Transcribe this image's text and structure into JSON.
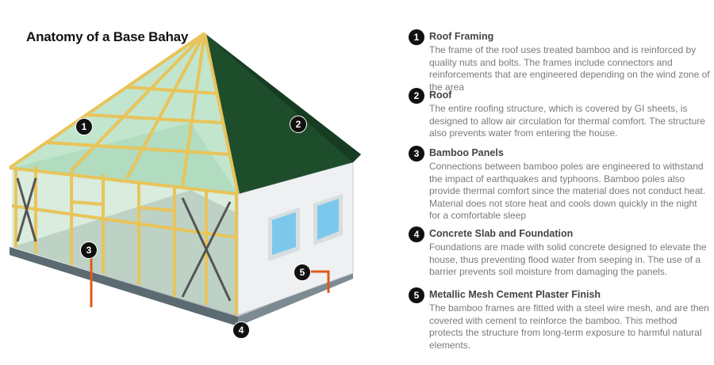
{
  "title": "Anatomy of a Base Bahay",
  "sections": [
    {
      "num": "1",
      "heading": "Roof Framing",
      "body": "The frame of the roof uses treated bamboo and is reinforced by quality nuts and bolts. The frames include connectors and reinforcements that are engineered depending on the wind zone of the area"
    },
    {
      "num": "2",
      "heading": "Roof",
      "body": "The entire roofing structure, which is covered by GI sheets, is designed to allow air circulation for thermal comfort. The structure also prevents water from entering the house."
    },
    {
      "num": "3",
      "heading": "Bamboo Panels",
      "body": "Connections between bamboo poles are engineered to withstand the impact of earthquakes and typhoons. Bamboo poles also provide thermal comfort since the material does not conduct heat. Material does not store heat and cools down quickly in the night for a comfortable sleep"
    },
    {
      "num": "4",
      "heading": "Concrete Slab and Foundation",
      "body": "Foundations are made with solid concrete designed to elevate the house, thus preventing flood water from seeping in. The use of a barrier prevents soil moisture from damaging the panels."
    },
    {
      "num": "5",
      "heading": "Metallic Mesh Cement Plaster Finish",
      "body": "The bamboo frames are fitted with a steel wire mesh, and are then covered with cement to reinforce the bamboo. This method protects the structure from long-term exposure to harmful natural elements."
    }
  ],
  "colors": {
    "roof": "#1e4d2b",
    "bamboo": "#e8c45a",
    "wall": "#eef0f2",
    "slab": "#7c8a92",
    "leader": "#e05a1a",
    "window": "#7cc8ec"
  }
}
